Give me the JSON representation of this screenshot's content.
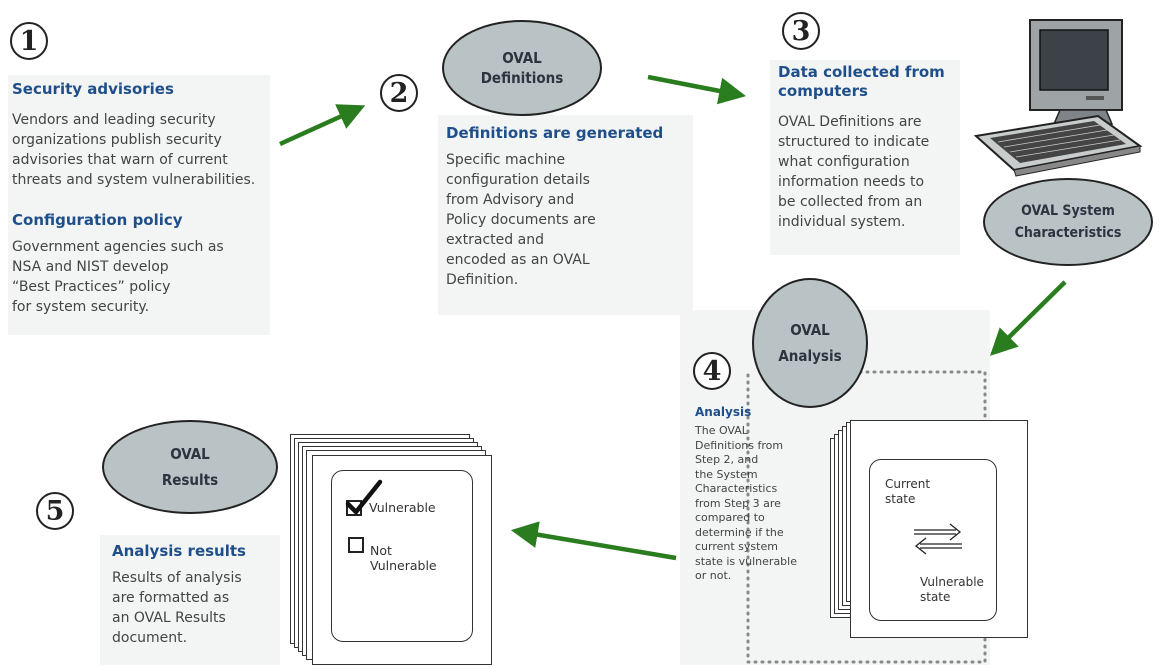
{
  "steps": [
    {
      "number": "1",
      "heading": "Security advisories",
      "body": "Vendors and leading security\norganizations publish security\nadvisories that warn of current\nthreats and system vulnerabilities.",
      "heading2": "Configuration policy",
      "body2": "Government agencies such as\nNSA and NIST develop\n“Best Practices” policy\nfor system security."
    },
    {
      "number": "2",
      "ellipse": "OVAL\nDefinitions",
      "heading": "Definitions are generated",
      "body": "Specific machine\nconfiguration details\nfrom Advisory and\nPolicy documents are\nextracted and\nencoded as an OVAL\nDefinition."
    },
    {
      "number": "3",
      "heading": "Data collected from\ncomputers",
      "body": "OVAL Definitions are\nstructured to indicate\nwhat configuration\ninformation needs to\nbe collected from an\nindividual system.",
      "ellipse": "OVAL System\nCharacteristics"
    },
    {
      "number": "4",
      "ellipse": "OVAL\nAnalysis",
      "heading": "Analysis",
      "body": "The OVAL\nDefinitions from\nStep 2, and\nthe System\nCharacteristics\nfrom Step 3 are\ncompared to\ndetermine if the\ncurrent system\nstate is vulnerable\nor not.",
      "card_current": "Current\nstate",
      "card_vulnerable": "Vulnerable\nstate"
    },
    {
      "number": "5",
      "ellipse": "OVAL\nResults",
      "heading": "Analysis results",
      "body": "Results of analysis\nare formatted as\nan OVAL Results\ndocument.",
      "check_vulnerable": "Vulnerable",
      "check_not": "Not\nVulnerable"
    }
  ],
  "colors": {
    "arrow": "#2a7d1e",
    "heading": "#1f4f8a",
    "ellipse_fill": "#b9c3c5"
  },
  "icons": [
    "computer-icon",
    "swap-arrows-icon",
    "checkmark-icon",
    "checkbox-icon"
  ]
}
